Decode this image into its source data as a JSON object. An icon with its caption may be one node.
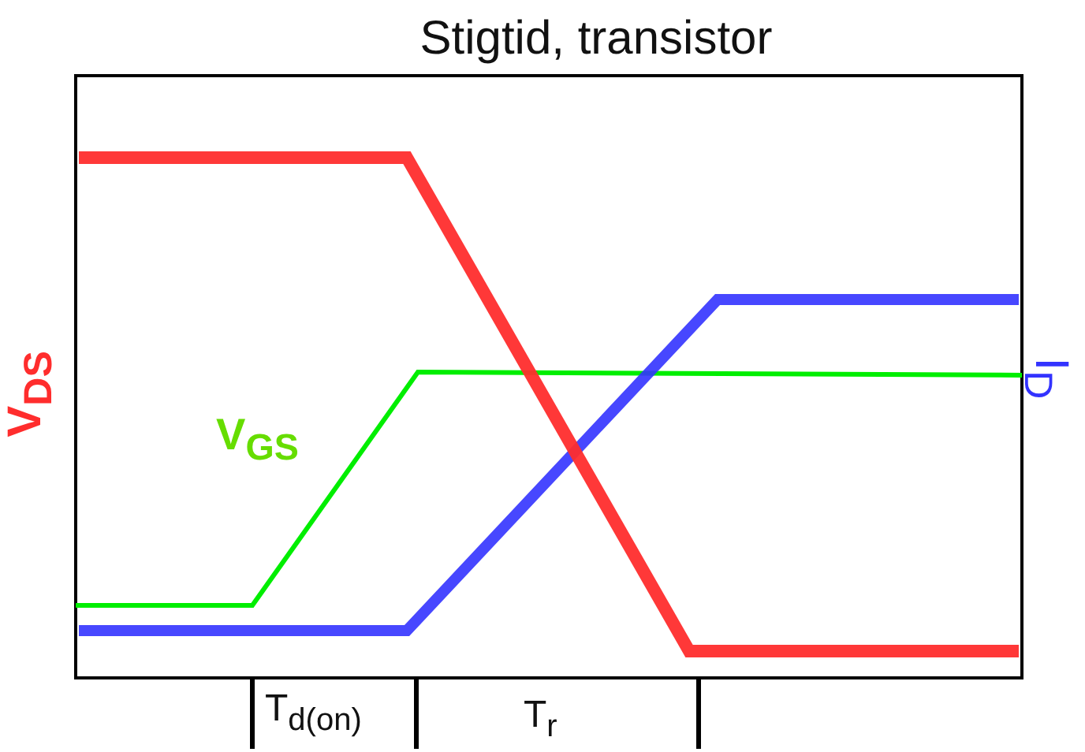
{
  "diagram": {
    "title": "Stigtid, transistor",
    "labels": [
      "V$_{DS}$",
      "V$_{GS}$",
      "I$_{D}$",
      "T$_{d(on)}$",
      "T$_{r}$"
    ]
  }
}
